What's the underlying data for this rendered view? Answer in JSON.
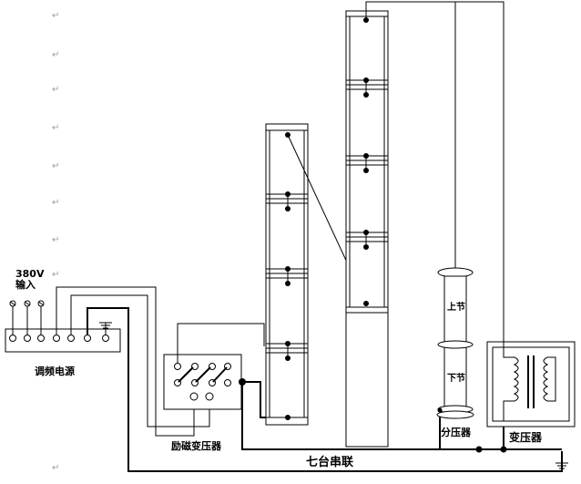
{
  "labels": {
    "input_voltage": "380V",
    "input_label": "输入",
    "power_source": "调频电源",
    "exciter_transformer": "励磁变压器",
    "series_connection": "七台串联",
    "voltage_divider": "分压器",
    "transformer": "变压器",
    "upper_section": "上节",
    "lower_section": "下节"
  },
  "paragraph_mark": "↵"
}
